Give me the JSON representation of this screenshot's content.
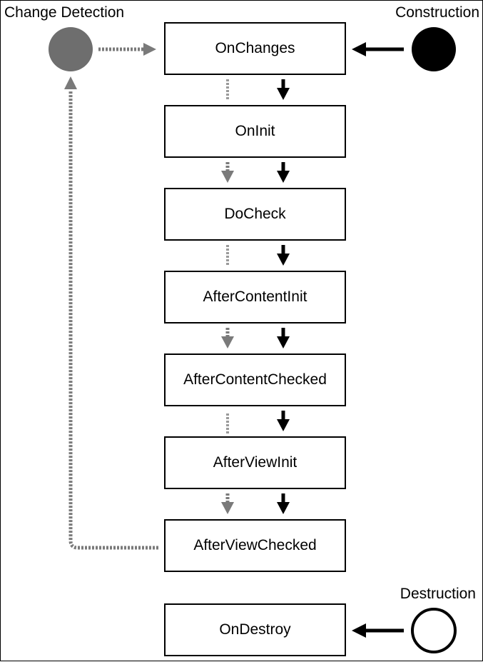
{
  "labels": {
    "change_detection": "Change Detection",
    "construction": "Construction",
    "destruction": "Destruction"
  },
  "hooks": [
    "OnChanges",
    "OnInit",
    "DoCheck",
    "AfterContentInit",
    "AfterContentChecked",
    "AfterViewInit",
    "AfterViewChecked",
    "OnDestroy"
  ],
  "colors": {
    "construction_node": "#000000",
    "change_detection_node": "#6e6e6e",
    "destruction_node": "#ffffff",
    "solid_arrow": "#000000",
    "dotted_arrow": "#7a7a7a"
  }
}
